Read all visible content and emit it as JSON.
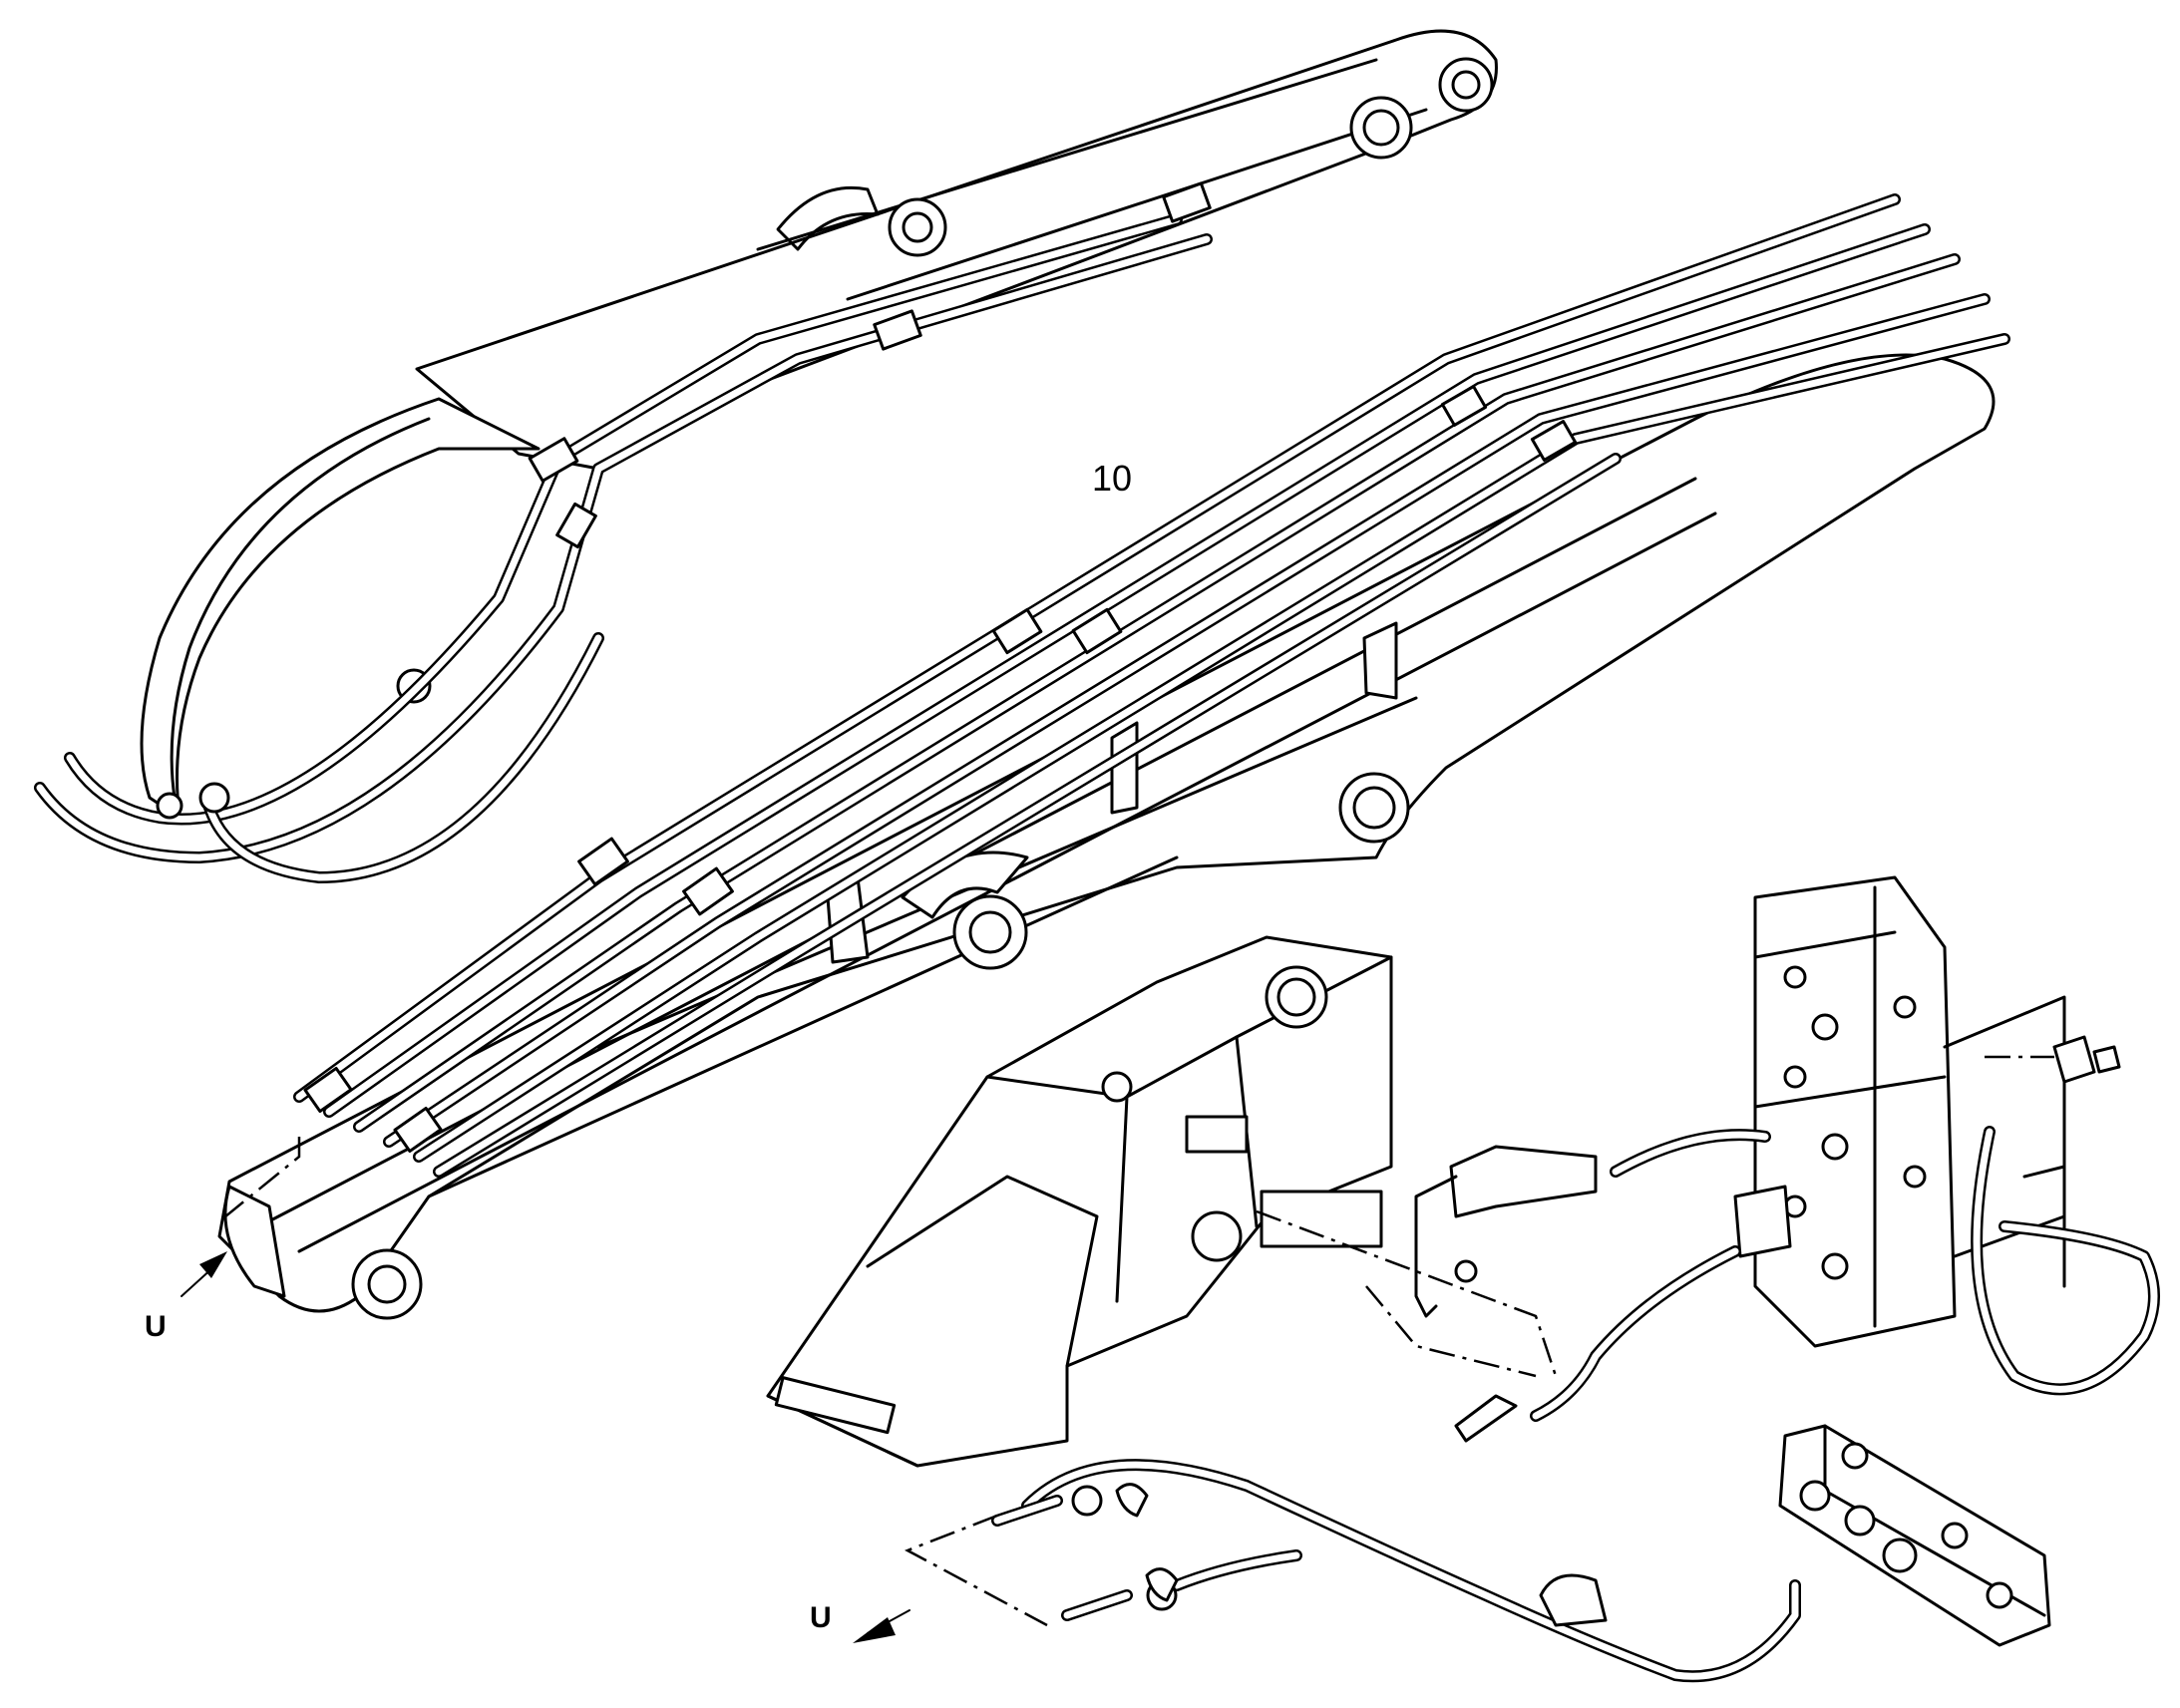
{
  "labels": {
    "part_number": "10",
    "view_ref_boom": "U",
    "view_ref_hose": "U"
  }
}
